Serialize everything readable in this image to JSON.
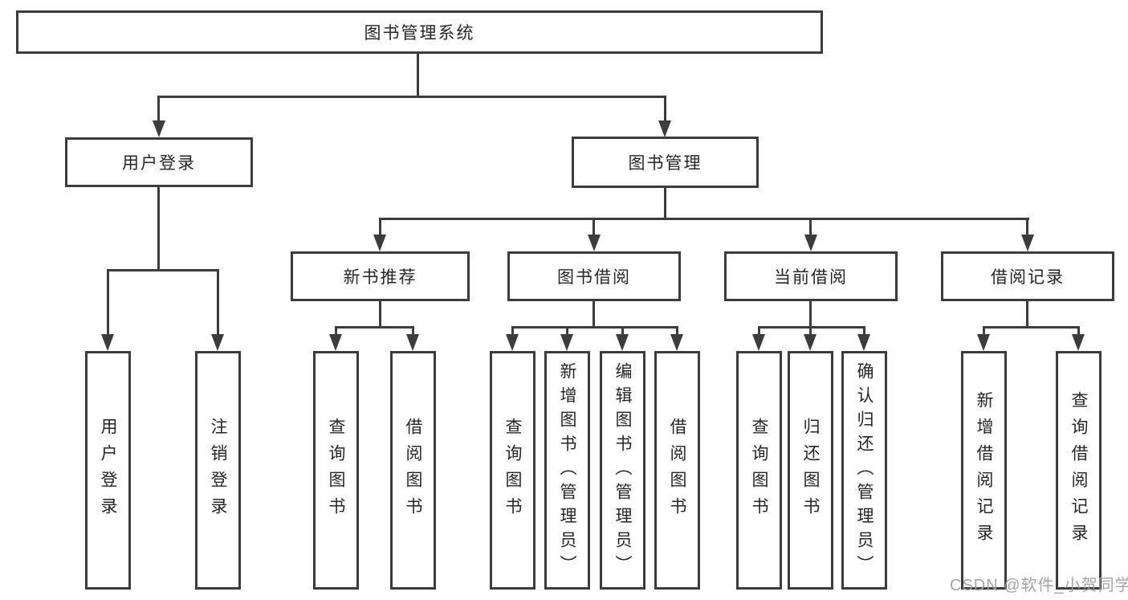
{
  "diagram": {
    "background": "#ffffff",
    "line_color": "#3c3c3c",
    "text_color": "#262626",
    "watermark_color": "#9e9e9e",
    "root": {
      "label": "图书管理系统"
    },
    "level2": [
      {
        "id": "user-login",
        "label": "用户登录"
      },
      {
        "id": "book-management",
        "label": "图书管理"
      }
    ],
    "level3": [
      {
        "id": "new-book-recommend",
        "label": "新书推荐",
        "parent": "图书管理"
      },
      {
        "id": "book-borrow",
        "label": "图书借阅",
        "parent": "图书管理"
      },
      {
        "id": "current-borrow",
        "label": "当前借阅",
        "parent": "图书管理"
      },
      {
        "id": "borrow-records",
        "label": "借阅记录",
        "parent": "图书管理"
      }
    ],
    "leaves": [
      {
        "label": "用户登录",
        "parent": "用户登录"
      },
      {
        "label": "注销登录",
        "parent": "用户登录"
      },
      {
        "label": "查询图书",
        "parent": "新书推荐"
      },
      {
        "label": "借阅图书",
        "parent": "新书推荐"
      },
      {
        "label": "查询图书",
        "parent": "图书借阅"
      },
      {
        "label": "新增图书（管理员）",
        "parent": "图书借阅"
      },
      {
        "label": "编辑图书（管理员）",
        "parent": "图书借阅"
      },
      {
        "label": "借阅图书",
        "parent": "图书借阅"
      },
      {
        "label": "查询图书",
        "parent": "当前借阅"
      },
      {
        "label": "归还图书",
        "parent": "当前借阅"
      },
      {
        "label": "确认归还（管理员）",
        "parent": "当前借阅"
      },
      {
        "label": "新增借阅记录",
        "parent": "借阅记录"
      },
      {
        "label": "查询借阅记录",
        "parent": "借阅记录"
      }
    ],
    "watermark": "CSDN @软件_小贺同学"
  }
}
